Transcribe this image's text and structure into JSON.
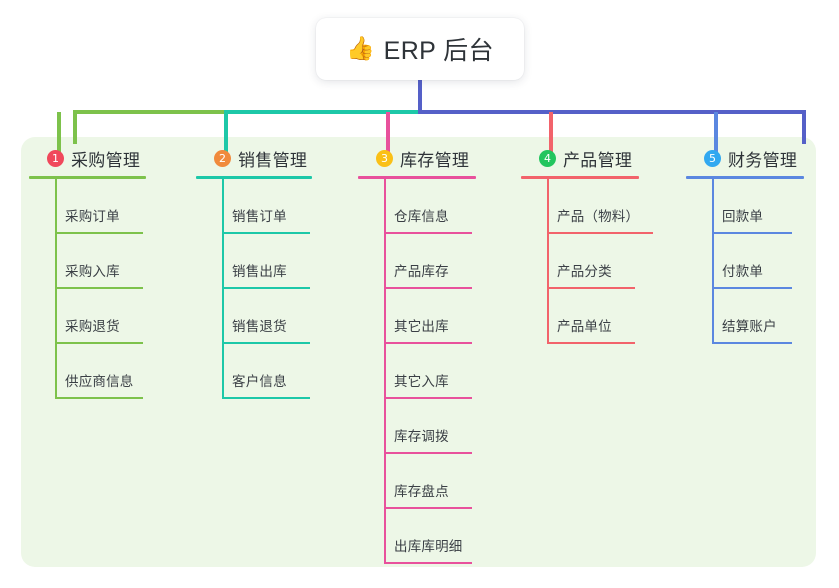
{
  "root": {
    "icon": "thumbs-up-icon",
    "emoji": "👍",
    "title": "ERP 后台"
  },
  "panel": {
    "background": "#edf7e7"
  },
  "connector_colors": {
    "stem": "#5560c8",
    "segment_green": "#7dc24b",
    "segment_teal": "#1dc8a8",
    "segment_blue": "#5560c8"
  },
  "columns": [
    {
      "index": "1",
      "badge_color": "#f0485b",
      "line_color": "#7dc24b",
      "title": "采购管理",
      "items": [
        "采购订单",
        "采购入库",
        "采购退货",
        "供应商信息"
      ]
    },
    {
      "index": "2",
      "badge_color": "#f08a3c",
      "line_color": "#1dc8a8",
      "title": "销售管理",
      "items": [
        "销售订单",
        "销售出库",
        "销售退货",
        "客户信息"
      ]
    },
    {
      "index": "3",
      "badge_color": "#fac017",
      "line_color": "#e8519c",
      "title": "库存管理",
      "items": [
        "仓库信息",
        "产品库存",
        "其它出库",
        "其它入库",
        "库存调拨",
        "库存盘点",
        "出库库明细"
      ]
    },
    {
      "index": "4",
      "badge_color": "#22c55e",
      "line_color": "#f2636b",
      "title": "产品管理",
      "items": [
        "产品（物料）",
        "产品分类",
        "产品单位"
      ]
    },
    {
      "index": "5",
      "badge_color": "#31a8f0",
      "line_color": "#5b87e0",
      "title": "财务管理",
      "items": [
        "回款单",
        "付款单",
        "结算账户"
      ]
    }
  ]
}
